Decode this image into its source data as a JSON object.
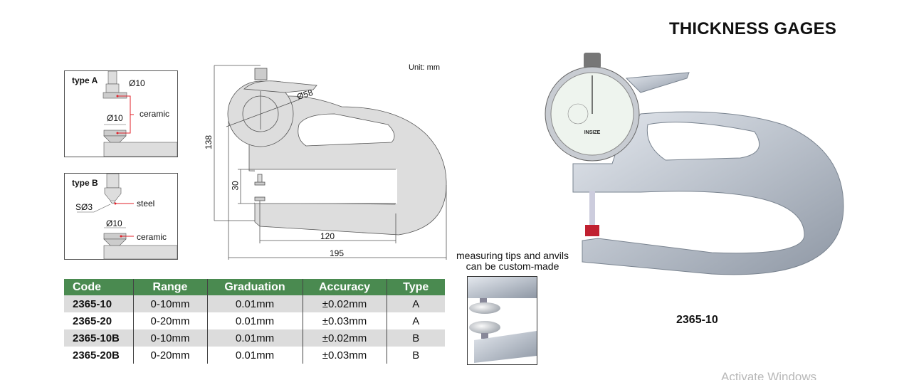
{
  "title": "THICKNESS GAGES",
  "unit_label": "Unit: mm",
  "type_a": {
    "label": "type A",
    "top_dia": "Ø10",
    "bottom_dia": "Ø10",
    "material": "ceramic"
  },
  "type_b": {
    "label": "type B",
    "tip": "SØ3",
    "tip_material": "steel",
    "anvil_dia": "Ø10",
    "anvil_material": "ceramic"
  },
  "drawing": {
    "dial_dia": "Ø58",
    "height": "138",
    "gap": "30",
    "depth": "120",
    "length": "195"
  },
  "table": {
    "headers": [
      "Code",
      "Range",
      "Graduation",
      "Accuracy",
      "Type"
    ],
    "rows": [
      [
        "2365-10",
        "0-10mm",
        "0.01mm",
        "±0.02mm",
        "A"
      ],
      [
        "2365-20",
        "0-20mm",
        "0.01mm",
        "±0.03mm",
        "A"
      ],
      [
        "2365-10B",
        "0-10mm",
        "0.01mm",
        "±0.02mm",
        "B"
      ],
      [
        "2365-20B",
        "0-20mm",
        "0.01mm",
        "±0.03mm",
        "B"
      ]
    ]
  },
  "inset_caption": "measuring tips and anvils can be custom-made",
  "product_model": "2365-10",
  "dial_brand": "INSIZE",
  "watermark": "Activate Windows",
  "colors": {
    "header_green": "#4a8a50",
    "row_gray": "#dcdcdc",
    "accent_red": "#e0202a"
  }
}
